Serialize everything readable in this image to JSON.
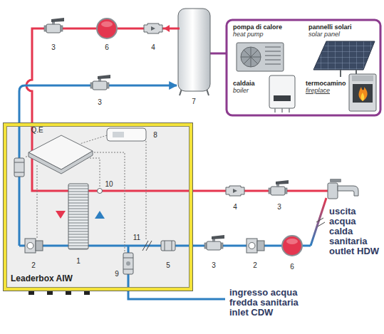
{
  "diagram": {
    "nodes": [
      {
        "text": [
          "Leaderbox AIW"
        ]
      },
      {
        "text": [
          "pompa di calore",
          "heat pump"
        ]
      },
      {
        "text": [
          "pannelli solari",
          "solar panel"
        ]
      },
      {
        "text": [
          "caldaia",
          "boiler"
        ]
      },
      {
        "text": [
          "termocamino",
          "fireplace"
        ]
      }
    ],
    "labels": [
      "3",
      "6",
      "4",
      "3",
      "7",
      "Q.E",
      "8",
      "10",
      "1",
      "11",
      "2",
      "9",
      "5",
      "4",
      "3",
      "3",
      "2",
      "6",
      "uscita acqua calda sanitaria",
      "outlet HDW",
      "ingresso acqua fredda sanitaria",
      "inlet CDW"
    ]
  }
}
